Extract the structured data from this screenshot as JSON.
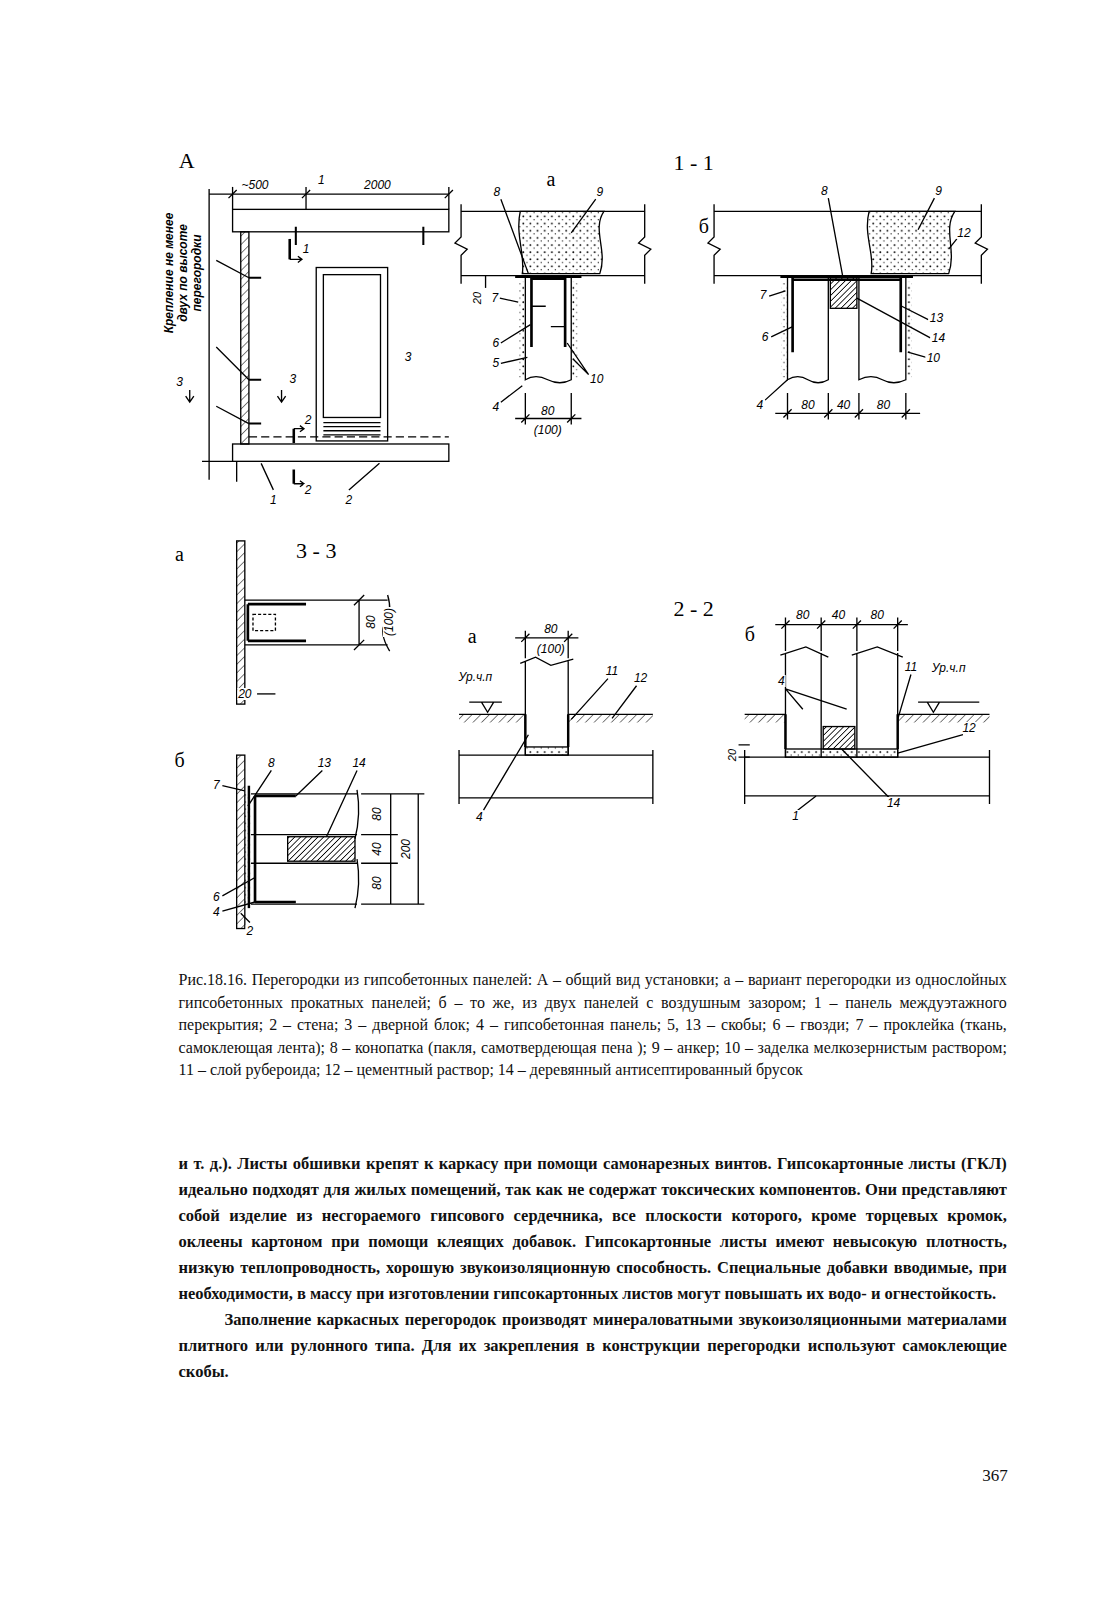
{
  "diagram": {
    "caption": "Рис.18.16. Перегородки из гипсобетонных панелей: А – общий вид установки; а – вариант перегородки из однослойных гипсобетонных прокатных панелей; б – то же, из двух панелей с воздушным зазором; 1 – панель междуэтажного перекрытия; 2 – стена; 3 – дверной блок; 4 – гипсобетонная панель; 5, 13 – скобы; 6 – гвозди; 7 – проклейка (ткань, самоклеющая лента); 8 – конопатка (пакля, самотвердеющая пена ); 9 – анкер; 10 – заделка мелкозернистым раствором; 11 – слой рубероида; 12 – цементный раствор; 14 – деревянный антисептированный брусок",
    "labels": [
      "А",
      "~500",
      "1",
      "2000",
      "1",
      "Крепление не менее двух по высоте перегородки",
      "3",
      "3",
      "3",
      "2",
      "2",
      "1",
      "2",
      "1 - 1",
      "а",
      "8",
      "9",
      "20",
      "7",
      "6",
      "5",
      "4",
      "10",
      "80",
      "(100)",
      "б",
      "8",
      "9",
      "12",
      "7",
      "6",
      "13",
      "14",
      "10",
      "4",
      "80",
      "40",
      "80",
      "а",
      "3 - 3",
      "80",
      "(100)",
      "20",
      "б",
      "8",
      "7",
      "13",
      "14",
      "80",
      "40",
      "80",
      "200",
      "6",
      "4",
      "2",
      "2 - 2",
      "а",
      "80",
      "(100)",
      "Ур.ч.п",
      "11",
      "12",
      "4",
      "б",
      "80",
      "40",
      "80",
      "4",
      "11",
      "Ур.ч.п",
      "12",
      "20",
      "1",
      "14",
      "и т. д.). Листы обшивки крепят к каркасу при помощи самонарезных винтов. Гипсокартонные листы (ГКЛ) идеально подходят для жилых помещений, так как не содержат токсических компонентов. Они представляют собой изделие из несгораемого гипсового сердечника, все плоскости которого, кроме торцевых кромок, оклеены картоном при помощи клеящих добавок. Гипсокартонные листы имеют невысокую плотность, низкую теплопроводность, хорошую звукоизоляционную способность. Специальные добавки вводимые, при необходимости, в массу при изготовлении гипсокартонных листов могут повышать их водо- и огнестойкость.",
      "Заполнение каркасных перегородок производят минераловатными звукоизоляционными материалами плитного или рулонного типа. Для их закрепления в конструкции перегородки используют самоклеющие скобы.",
      "367"
    ]
  }
}
